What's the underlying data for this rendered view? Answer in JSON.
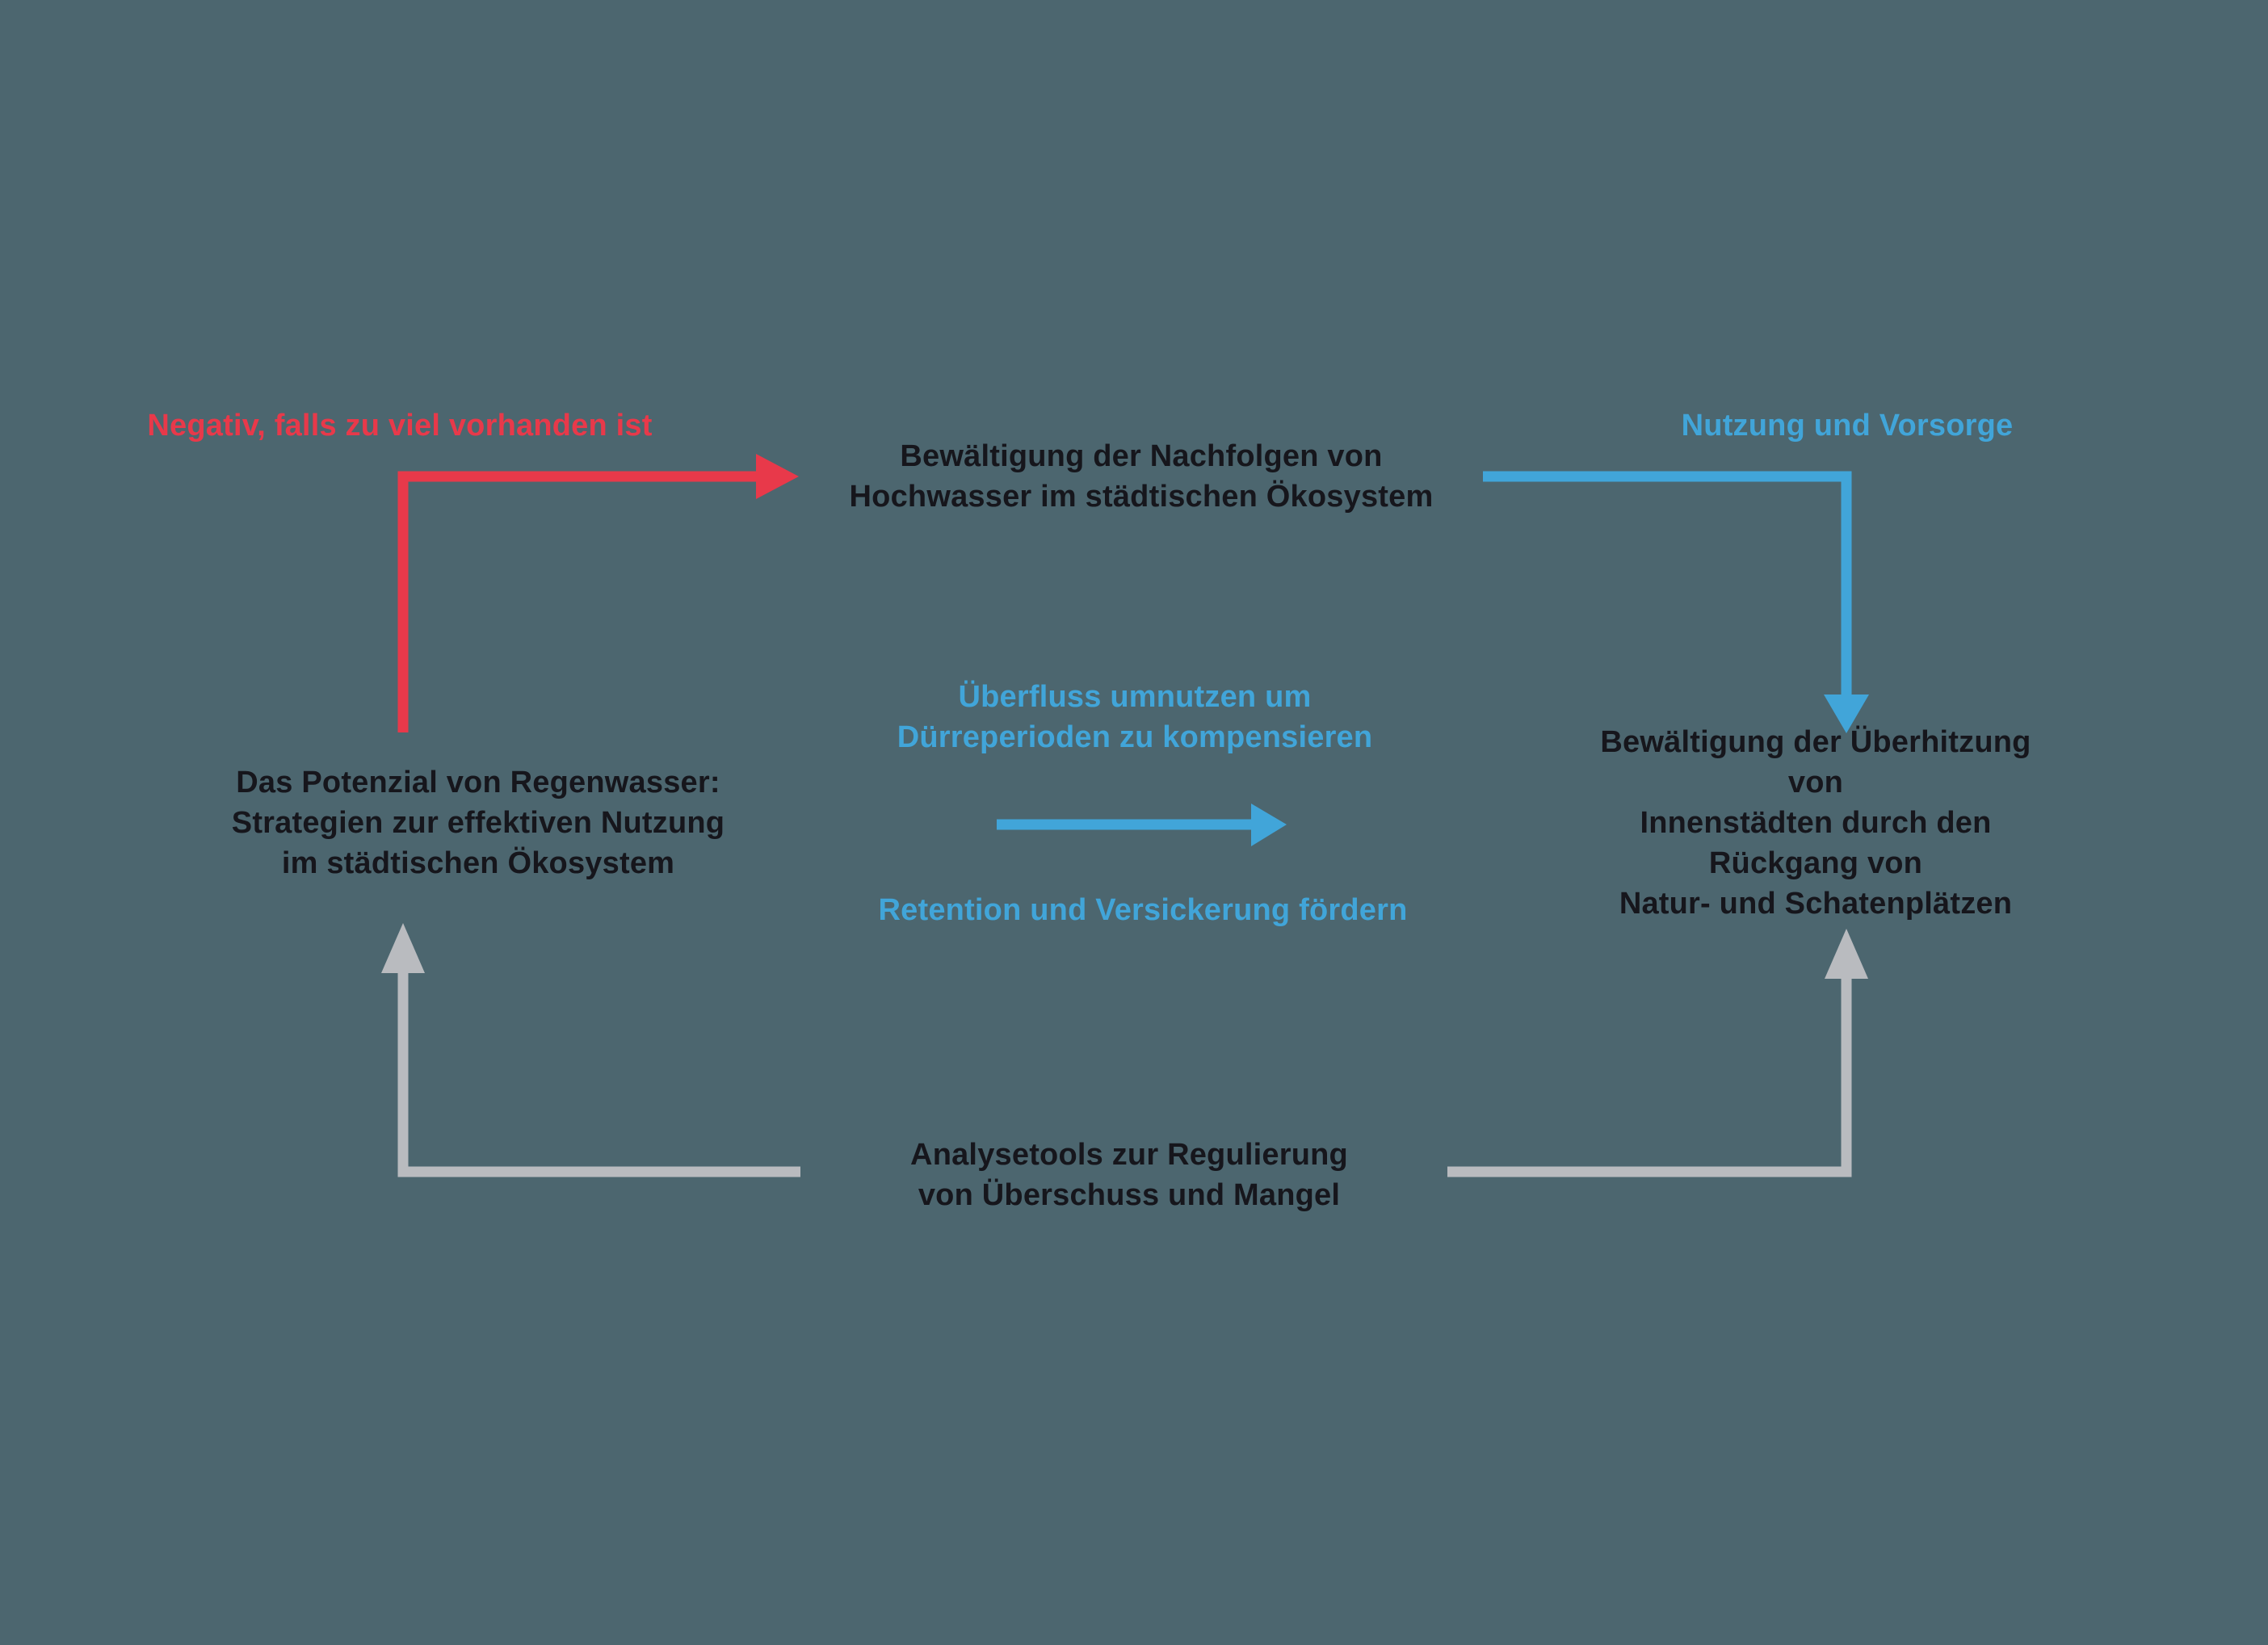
{
  "colors": {
    "background": "#4c666f",
    "red": "#e8394a",
    "blue": "#41a5d9",
    "gray": "#b9bbbf",
    "text_dark": "#16161c"
  },
  "nodes": {
    "flood": "Bewältigung der Nachfolgen von\nHochwasser im städtischen Ökosystem",
    "potential": "Das Potenzial von Regenwasser:\nStrategien zur effektiven Nutzung\nim städtischen Ökosystem",
    "overheating": "Bewältigung der Überhitzung von\nInnenstädten durch den Rückgang von\nNatur- und Schatenplätzen",
    "analysis": "Analysetools zur Regulierung\nvon Überschuss und Mangel"
  },
  "edge_labels": {
    "negative": "Negativ, falls zu viel vorhanden ist",
    "nutzung": "Nutzung und Vorsorge",
    "ueberfluss": "Überfluss umnutzen um\nDürreperioden zu kompensieren",
    "retention": "Retention und Versickerung fördern"
  },
  "edges": [
    {
      "from": "potential",
      "to": "flood",
      "color": "#e8394a",
      "label": "Negativ, falls zu viel vorhanden ist"
    },
    {
      "from": "flood",
      "to": "overheating",
      "color": "#41a5d9",
      "label": "Nutzung und Vorsorge"
    },
    {
      "from": "potential",
      "to": "overheating",
      "color": "#41a5d9",
      "label": "Überfluss umnutzen um Dürreperioden zu kompensieren — Retention und Versickerung fördern"
    },
    {
      "from": "analysis",
      "to": "potential",
      "color": "#b9bbbf",
      "label": ""
    },
    {
      "from": "analysis",
      "to": "overheating",
      "color": "#b9bbbf",
      "label": ""
    }
  ]
}
